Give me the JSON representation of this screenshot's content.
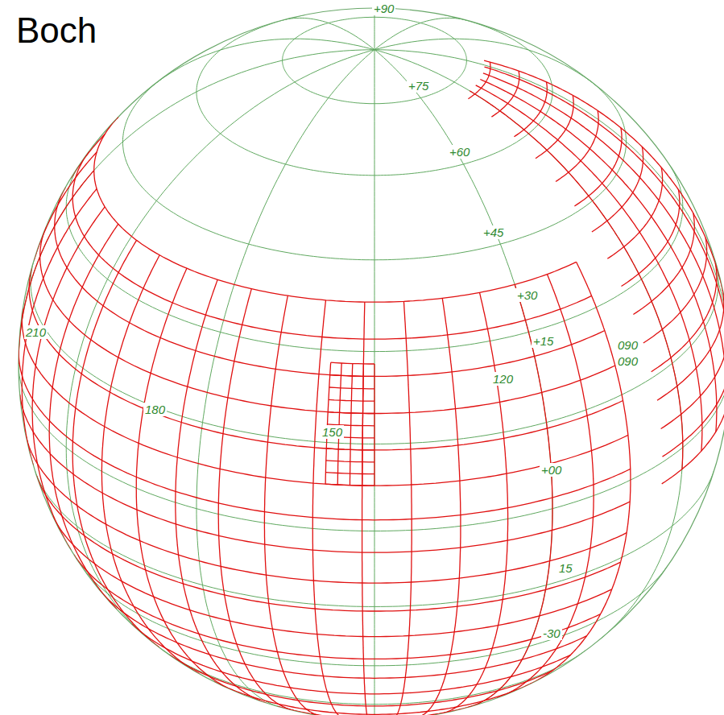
{
  "diagram": {
    "title": "Boch",
    "labels": [
      "+90",
      "+75",
      "+60",
      "+45",
      "+30",
      "+15",
      "+00",
      "15",
      "-30",
      "210",
      "180",
      "150",
      "120",
      "090",
      "090"
    ]
  }
}
